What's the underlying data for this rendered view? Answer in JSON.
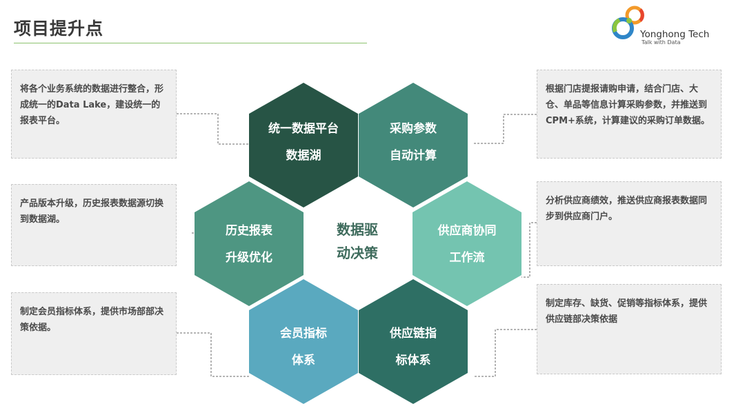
{
  "page": {
    "title": "项目提升点"
  },
  "logo": {
    "name": "Yonghong Tech",
    "tagline": "Talk with Data"
  },
  "center": {
    "line1": "数据驱",
    "line2": "动决策"
  },
  "hexagons": [
    {
      "line1": "统一数据平台",
      "line2": "数据湖",
      "color": "#275445"
    },
    {
      "line1": "采购参数",
      "line2": "自动计算",
      "color": "#43897a"
    },
    {
      "line1": "历史报表",
      "line2": "升级优化",
      "color": "#4e9682"
    },
    {
      "line1": "供应商协同",
      "line2": "工作流",
      "color": "#74c4b0"
    },
    {
      "line1": "会员指标",
      "line2": "体系",
      "color": "#5aa9bf"
    },
    {
      "line1": "供应链指",
      "line2": "标体系",
      "color": "#2e6f64"
    }
  ],
  "boxes": {
    "top_left": "将各个业务系统的数据进行整合，形成统一的Data Lake，建设统一的报表平台。",
    "mid_left": "产品版本升级，历史报表数据源切换到数据湖。",
    "bottom_left": "制定会员指标体系，提供市场部部决策依据。",
    "top_right": "根据门店提报请购申请，结合门店、大仓、单品等信息计算采购参数，并推送到CPM+系统，计算建议的采购订单数据。",
    "mid_right": "分析供应商绩效，推送供应商报表数据同步到供应商门户。",
    "bottom_right": "制定库存、缺货、促销等指标体系，提供供应链部决策依据"
  }
}
